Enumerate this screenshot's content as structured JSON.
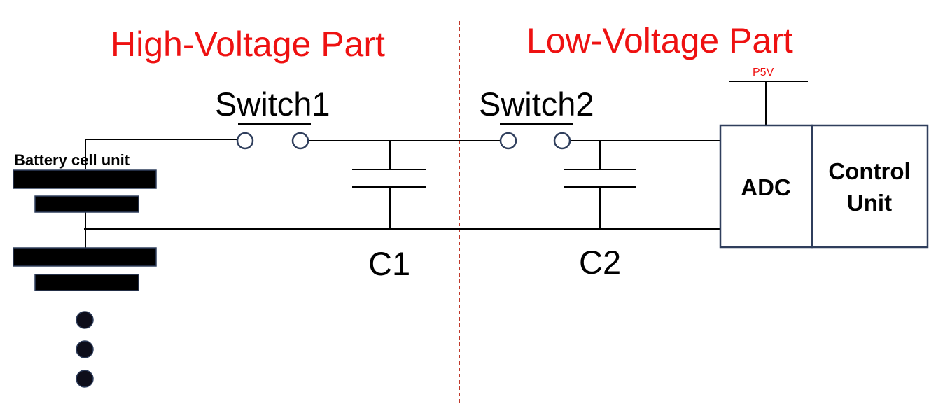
{
  "sections": {
    "high_voltage": "High-Voltage Part",
    "low_voltage": "Low-Voltage Part"
  },
  "battery": {
    "label": "Battery cell unit"
  },
  "switches": {
    "switch1": "Switch1",
    "switch2": "Switch2"
  },
  "capacitors": {
    "c1": "C1",
    "c2": "C2"
  },
  "power_rail": {
    "label": "P5V"
  },
  "blocks": {
    "adc": "ADC",
    "control_line1": "Control",
    "control_line2": "Unit"
  },
  "colors": {
    "section_title": "#ee1111",
    "divider": "#c0392b",
    "outline": "#2f3e5c",
    "wire": "#000000"
  }
}
